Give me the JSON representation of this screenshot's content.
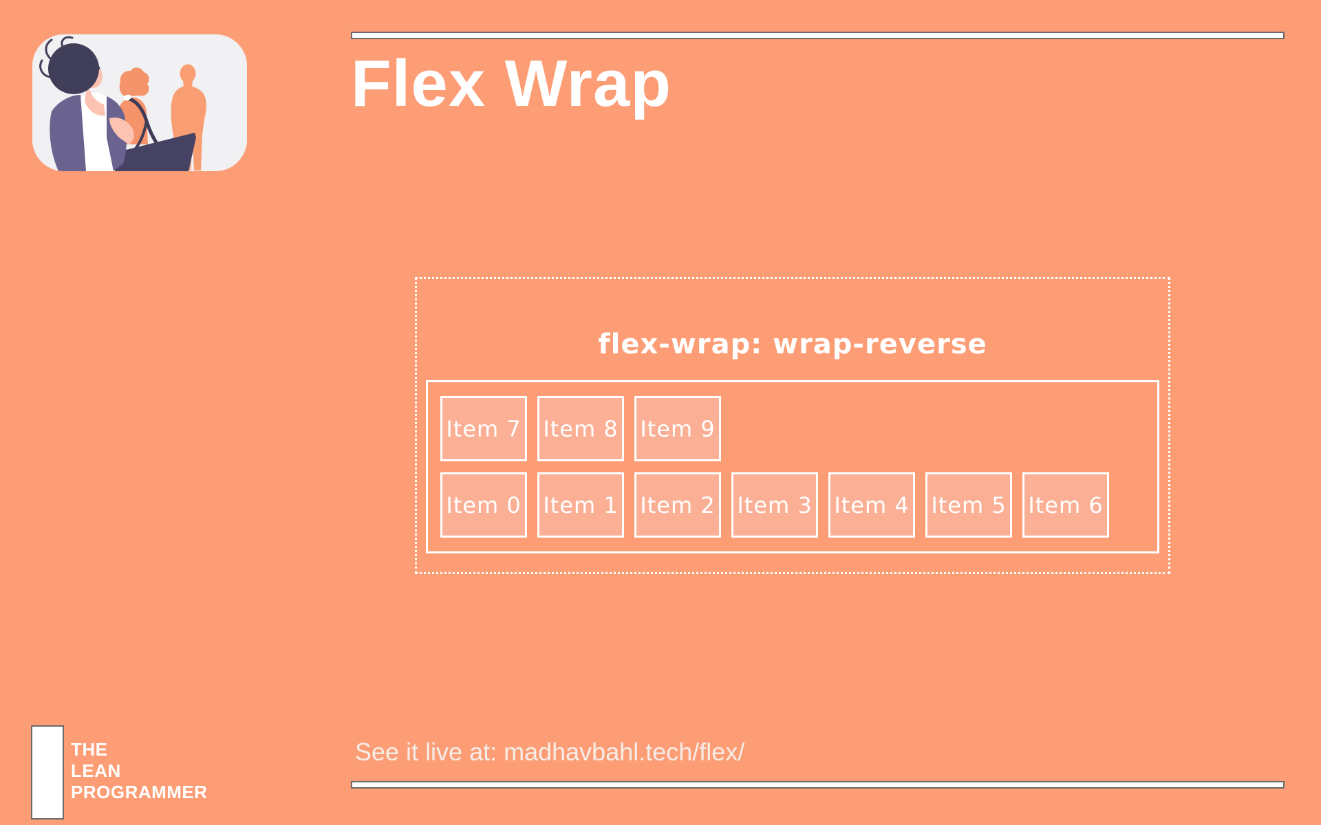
{
  "slide": {
    "title": "Flex Wrap",
    "background_color": "#FC9D76"
  },
  "illustration": {
    "name": "speaker-at-podium-illustration",
    "card_color": "#F1F0F2"
  },
  "demo": {
    "caption": "flex-wrap: wrap-reverse",
    "item_fill_color": "#FBAF95",
    "border_color": "#FFFFFF",
    "items": [
      {
        "label": "Item 0"
      },
      {
        "label": "Item 1"
      },
      {
        "label": "Item 2"
      },
      {
        "label": "Item 3"
      },
      {
        "label": "Item 4"
      },
      {
        "label": "Item 5"
      },
      {
        "label": "Item 6"
      },
      {
        "label": "Item 7"
      },
      {
        "label": "Item 8"
      },
      {
        "label": "Item 9"
      }
    ]
  },
  "footer": {
    "live_text": "See it live at: madhavbahl.tech/flex/",
    "brand": {
      "line1": "THE",
      "line2": "LEAN",
      "line3": "PROGRAMMER"
    }
  }
}
